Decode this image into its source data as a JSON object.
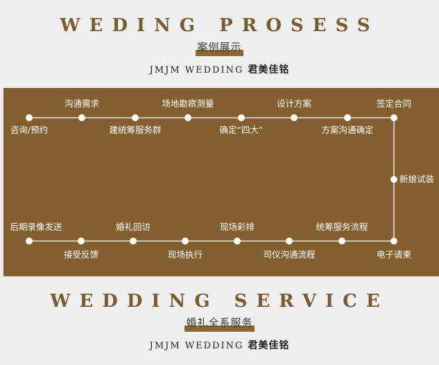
{
  "header_top": {
    "title": "WEDING PROSESS",
    "subtitle": "案例展示",
    "brand_en": "JMJM WEDDING",
    "brand_cn": "君美佳铭"
  },
  "header_bottom": {
    "title": "WEDDING SERVICE",
    "subtitle": "婚礼全系服务",
    "brand_en": "JMJM WEDDING",
    "brand_cn": "君美佳铭"
  },
  "colors": {
    "band": "#835e2e",
    "accent": "#7a5a33",
    "line": "#ffffff"
  },
  "process": {
    "top_row": [
      "咨询/预约",
      "沟通需求",
      "建统筹服务群",
      "场地勘察测量",
      "确定“四大”",
      "设计方案",
      "方案沟通确定",
      "签定合同"
    ],
    "right_side": "新娘试装",
    "bottom_row": [
      "电子请柬",
      "统筹服务流程",
      "司仪沟通流程",
      "现场彩排",
      "现场执行",
      "婚礼回访",
      "接受反馈",
      "后期录像发送"
    ]
  }
}
